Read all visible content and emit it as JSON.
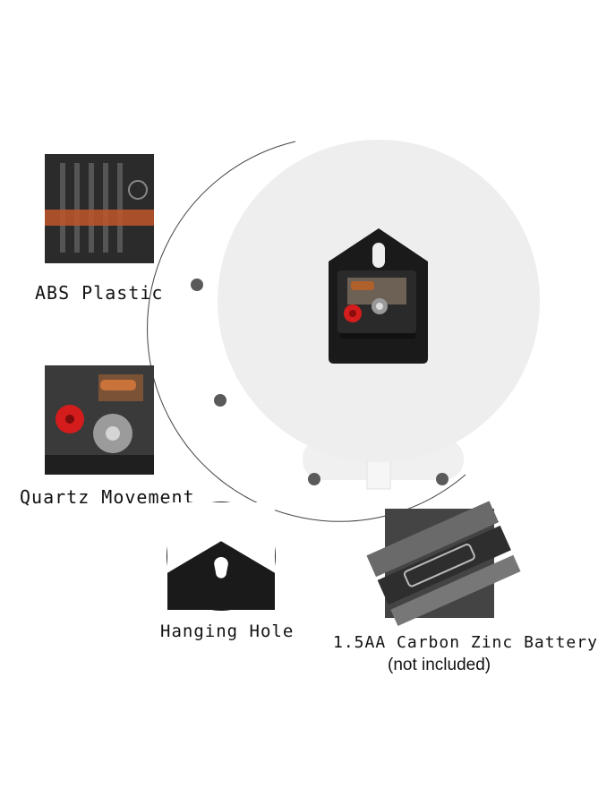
{
  "features": [
    {
      "label": "ABS Plastic",
      "icon": "abs-plastic-closeup"
    },
    {
      "label": "Quartz Movement",
      "icon": "quartz-movement-closeup"
    },
    {
      "label": "Hanging Hole",
      "icon": "hanging-hole-closeup"
    },
    {
      "label": "1.5AA Carbon Zinc Battery",
      "icon": "battery-compartment-closeup"
    }
  ],
  "battery_note": "(not included)",
  "colors": {
    "clock_face": "#eeeeee",
    "movement": "#1a1a1a",
    "gear_red": "#d41c1c",
    "arc": "#444444",
    "connector_dot": "#5a5a5a"
  }
}
